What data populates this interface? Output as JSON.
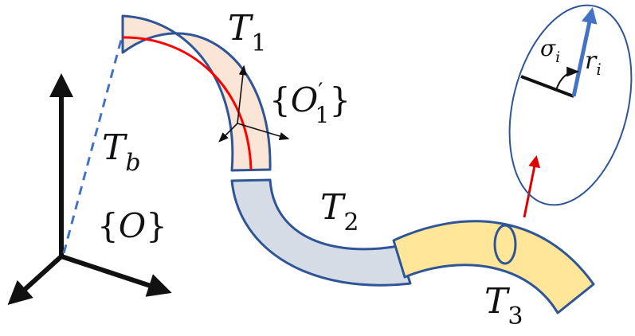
{
  "labels": {
    "T1": {
      "base": "T",
      "sub": "1"
    },
    "Tb": {
      "base": "T",
      "sub": "b"
    },
    "T2": {
      "base": "T",
      "sub": "2"
    },
    "T3": {
      "base": "T",
      "sub": "3"
    },
    "O1prime": {
      "open": "{",
      "base": "O",
      "prime": "′",
      "sub": "1",
      "close": "}"
    },
    "O": {
      "open": "{",
      "base": "O",
      "close": "}"
    },
    "sigma": {
      "base": "σ",
      "sub": "i"
    },
    "r": {
      "base": "r",
      "sub": "i"
    }
  },
  "colors": {
    "outline": "#2F5597",
    "segment1_fill": "#FBE5D6",
    "segment2_fill": "#D6DCE5",
    "segment3_fill": "#FFE699",
    "backbone": "#FF0000",
    "axis": "#111111",
    "dashed": "#4472C4",
    "radial_vector": "#4472C4",
    "normal_vector": "#E00000"
  }
}
